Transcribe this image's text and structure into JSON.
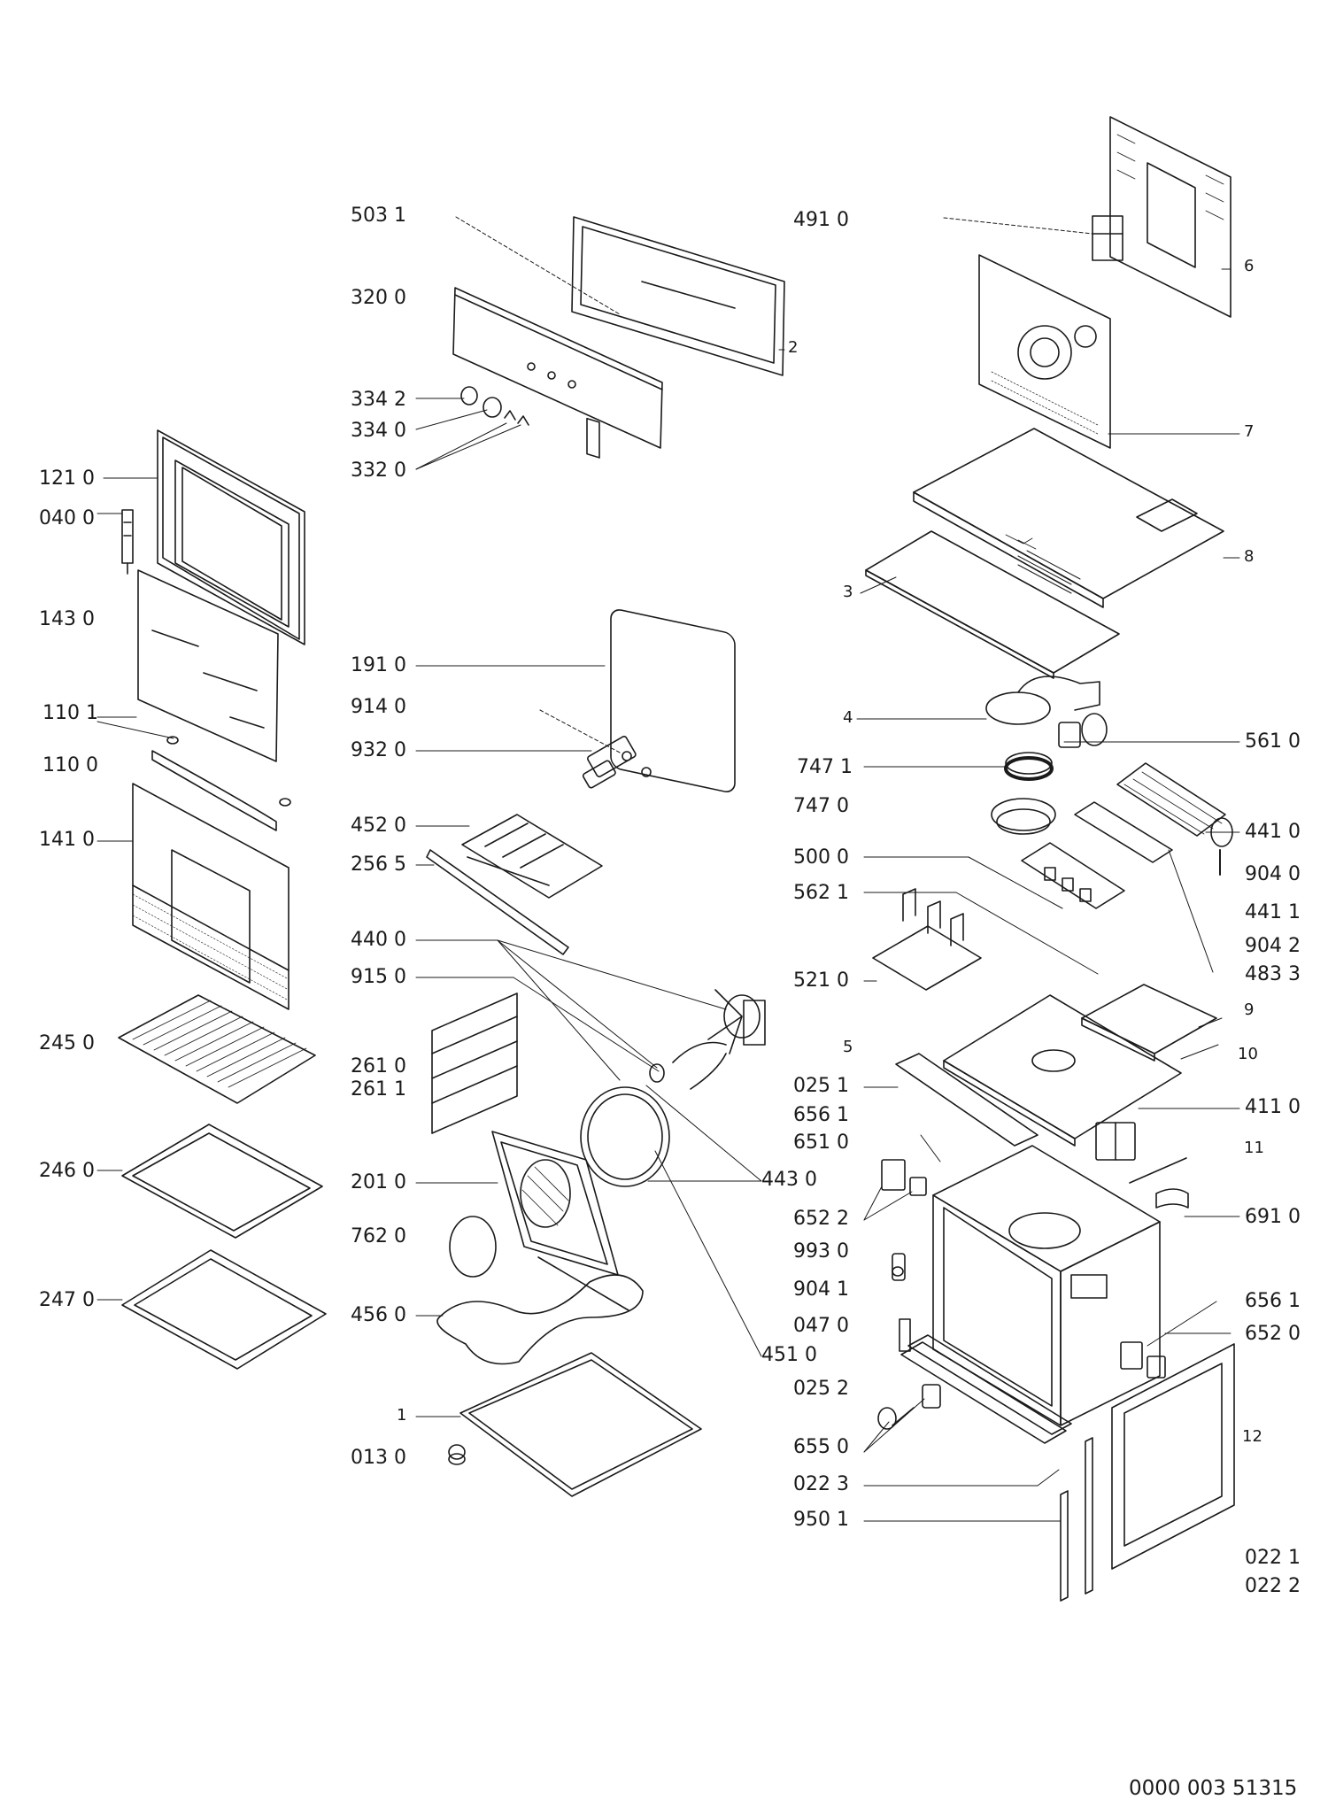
{
  "labels": {
    "l5031": "503 1",
    "l3200": "320 0",
    "l3342": "334 2",
    "l3340": "334 0",
    "l3320": "332 0",
    "l1210": "121 0",
    "l0400": "040 0",
    "l1430": "143 0",
    "l1101": "110 1",
    "l1100": "110 0",
    "l1410": "141 0",
    "l2450": "245 0",
    "l2460": "246 0",
    "l2470": "247 0",
    "l1910": "191 0",
    "l9140": "914 0",
    "l9320": "932 0",
    "l4520": "452 0",
    "l2565": "256 5",
    "l4400": "440 0",
    "l9150": "915 0",
    "l2610": "261 0",
    "l2611": "261 1",
    "l2010": "201 0",
    "l7620": "762 0",
    "l4560": "456 0",
    "l1": "1",
    "l0130": "013 0",
    "l4910": "491 0",
    "l6": "6",
    "l2": "2",
    "l7": "7",
    "l8": "8",
    "l3": "3",
    "l4": "4",
    "l5610": "561 0",
    "l7471": "747 1",
    "l7470": "747 0",
    "l4410": "441 0",
    "l9040": "904 0",
    "l5000": "500 0",
    "l4411": "441 1",
    "l5621": "562 1",
    "l9042": "904 2",
    "l4833": "483 3",
    "l5210": "521 0",
    "l9": "9",
    "l5": "5",
    "l10": "10",
    "l0251": "025 1",
    "l6561": "656 1",
    "l4110": "411 0",
    "l6510": "651 0",
    "l11": "11",
    "l4430": "443 0",
    "l6522": "652 2",
    "l6910": "691 0",
    "l9930": "993 0",
    "l9041": "904 1",
    "l0470": "047 0",
    "l6561b": "656 1",
    "l6520": "652 0",
    "l4510": "451 0",
    "l0252": "025 2",
    "l12": "12",
    "l6550": "655 0",
    "l0223": "022 3",
    "l9501": "950 1",
    "l0221": "022 1",
    "l0222": "022 2"
  },
  "document_number": "0000 003 51315"
}
